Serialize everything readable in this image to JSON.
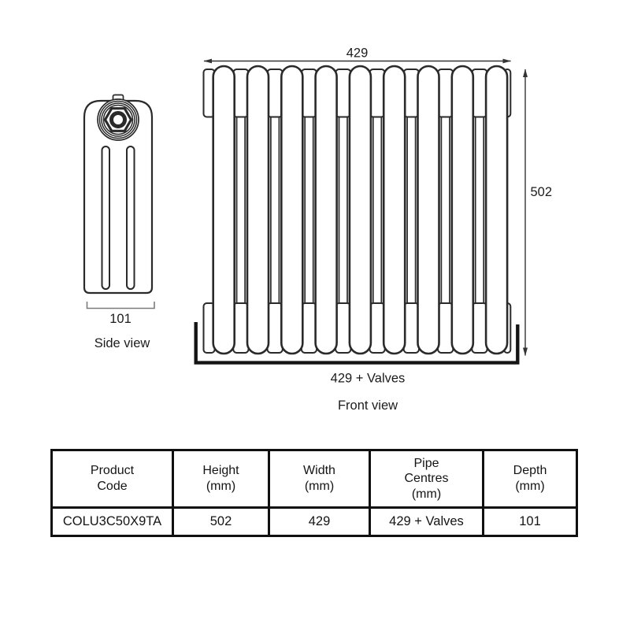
{
  "diagram": {
    "side_view": {
      "label": "Side view",
      "depth_dim": "101",
      "slots": 2
    },
    "front_view": {
      "label": "Front view",
      "columns": 9,
      "width_dim": "429",
      "height_dim": "502",
      "pipe_centres_dim": "429 + Valves"
    },
    "colors": {
      "outline": "#2a2a2a",
      "dim_line": "#333333",
      "side_bracket": "#7b7b7b",
      "bottom_bracket": "#151515"
    }
  },
  "spec_table": {
    "headers": [
      "Product\nCode",
      "Height\n(mm)",
      "Width\n(mm)",
      "Pipe\nCentres\n(mm)",
      "Depth\n(mm)"
    ],
    "rows": [
      [
        "COLU3C50X9TA",
        "502",
        "429",
        "429 + Valves",
        "101"
      ]
    ]
  }
}
